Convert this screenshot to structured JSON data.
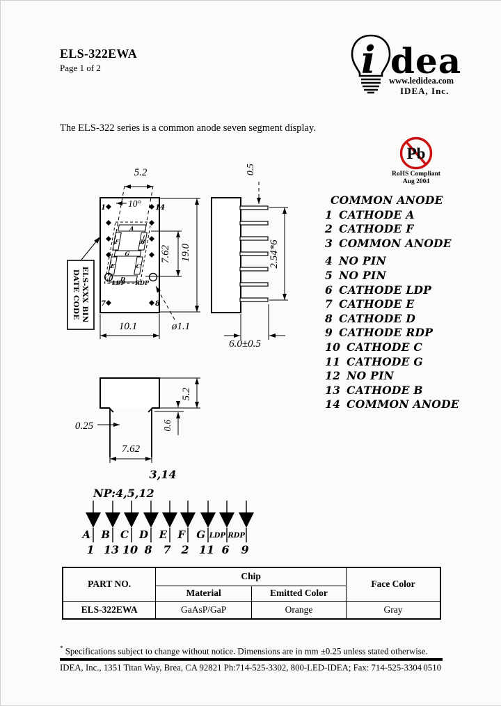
{
  "header": {
    "title": "ELS-322EWA",
    "page": "Page 1 of 2"
  },
  "logo": {
    "i": "i",
    "dea": "dea",
    "site": "www.ledidea.com",
    "company": "IDEA, Inc."
  },
  "intro": "The ELS-322 series is a common anode seven segment display.",
  "rohs": {
    "pb": "Pb",
    "line1": "RoHS Compliant",
    "line2": "Aug 2004",
    "color": "#cc1111"
  },
  "pins": {
    "header": "COMMON ANODE",
    "items": [
      {
        "n": "1",
        "f": "CATHODE A"
      },
      {
        "n": "2",
        "f": "CATHODE F"
      },
      {
        "n": "3",
        "f": "COMMON ANODE"
      },
      {
        "n": "4",
        "f": "NO PIN"
      },
      {
        "n": "5",
        "f": "NO PIN"
      },
      {
        "n": "6",
        "f": "CATHODE LDP"
      },
      {
        "n": "7",
        "f": "CATHODE E"
      },
      {
        "n": "8",
        "f": "CATHODE D"
      },
      {
        "n": "9",
        "f": "CATHODE RDP"
      },
      {
        "n": "10",
        "f": "CATHODE C"
      },
      {
        "n": "11",
        "f": "CATHODE G"
      },
      {
        "n": "12",
        "f": "NO PIN"
      },
      {
        "n": "13",
        "f": "CATHODE B"
      },
      {
        "n": "14",
        "f": "COMMON ANODE"
      }
    ]
  },
  "drawing": {
    "front": {
      "dim_top": "5.2",
      "angle": "10°",
      "dim_digit": "7.62",
      "dim_height": "19.0",
      "dim_width": "10.1",
      "dim_dp": "ø1.1",
      "pin_tl": "1",
      "pin_tr": "14",
      "pin_bl": "7",
      "pin_br": "8",
      "ldp": "LDP",
      "rdp": "RDP",
      "seg_a": "A",
      "seg_b": "B",
      "seg_c": "C",
      "seg_d": "D",
      "seg_e": "E",
      "seg_f": "F",
      "seg_g": "G"
    },
    "label_box": {
      "line1": "ELS-XXX BIN",
      "line2": "DATE CODE"
    },
    "side": {
      "dim_pin": "0.5",
      "dim_pitch": "2.54*6",
      "dim_len": "6.0±0.5"
    },
    "bottom": {
      "dim_body": "5.2",
      "dim_wall": "0.25",
      "dim_step": "0.6",
      "dim_base": "7.62"
    }
  },
  "schematic": {
    "common": "3,14",
    "nopin": "NP:4,5,12",
    "diodes": [
      {
        "s": "A",
        "p": "1"
      },
      {
        "s": "B",
        "p": "13"
      },
      {
        "s": "C",
        "p": "10"
      },
      {
        "s": "D",
        "p": "8"
      },
      {
        "s": "E",
        "p": "7"
      },
      {
        "s": "F",
        "p": "2"
      },
      {
        "s": "G",
        "p": "11"
      },
      {
        "s": "LDP",
        "p": "6"
      },
      {
        "s": "RDP",
        "p": "9"
      }
    ]
  },
  "table": {
    "part_no": "PART NO.",
    "chip": "Chip",
    "material": "Material",
    "emitted": "Emitted Color",
    "face": "Face Color",
    "row": {
      "part": "ELS-322EWA",
      "material": "GaAsP/GaP",
      "emitted": "Orange",
      "face": "Gray"
    }
  },
  "footer": {
    "mark": "*",
    "note": "Specifications subject to change without notice. Dimensions are in mm ±0.25 unless stated otherwise.",
    "address": "IDEA, Inc., 1351 Titan Way, Brea, CA 92821 Ph:714-525-3302, 800-LED-IDEA; Fax: 714-525-3304",
    "code": "0510"
  }
}
